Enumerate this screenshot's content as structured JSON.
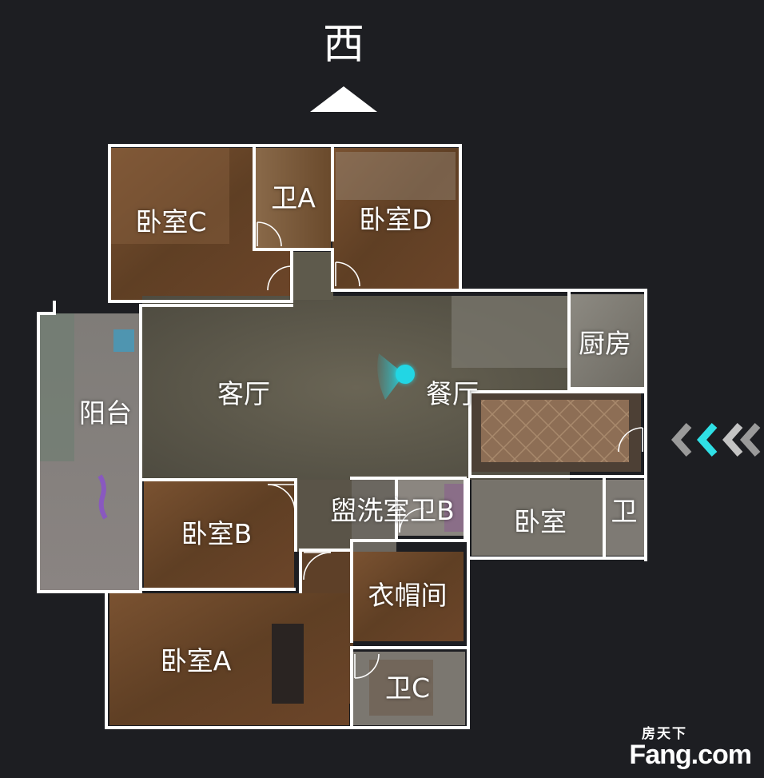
{
  "compass": {
    "direction": "西"
  },
  "rooms": [
    {
      "name": "卧室C"
    },
    {
      "name": "卫A"
    },
    {
      "name": "卧室D"
    },
    {
      "name": "阳台"
    },
    {
      "name": "客厅"
    },
    {
      "name": "餐厅"
    },
    {
      "name": "厨房"
    },
    {
      "name": "卧室B"
    },
    {
      "name": "盥洗室"
    },
    {
      "name": "卫B"
    },
    {
      "name": "卧室"
    },
    {
      "name": "卫"
    },
    {
      "name": "衣帽间"
    },
    {
      "name": "卧室A"
    },
    {
      "name": "卫C"
    }
  ],
  "watermark": {
    "brand_cn": "房天下",
    "brand_en": "Fang.com"
  },
  "colors": {
    "background": "#1d1e22",
    "wall": "#ffffff",
    "wood_floor": "#6e4a2c",
    "living_floor": "#5e5a4c",
    "accent": "#22d6e4"
  }
}
